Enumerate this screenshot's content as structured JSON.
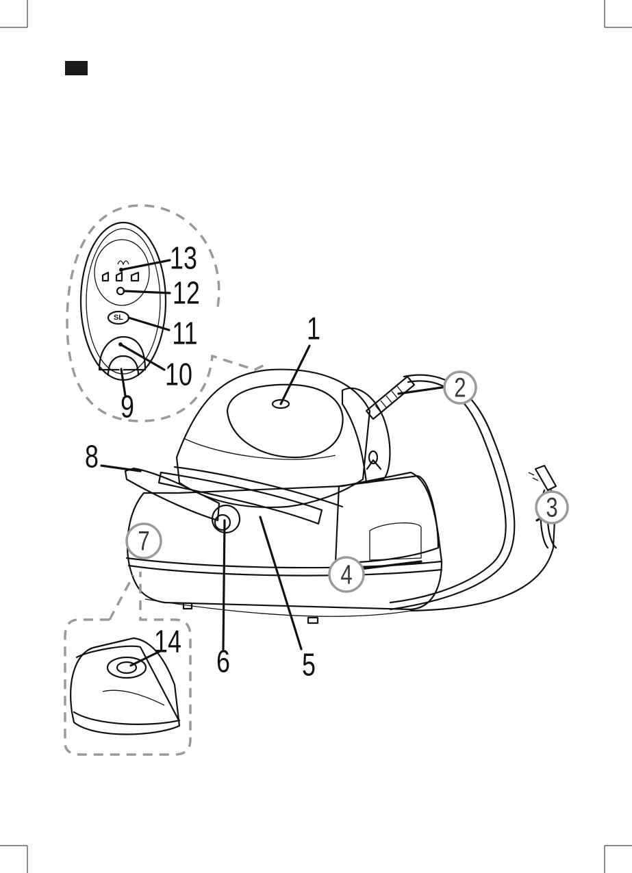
{
  "colors": {
    "ink": "#111111",
    "callout_gray": "#9a9a9a",
    "background": "#ffffff"
  },
  "header_marker": {
    "color": "#1a1a1a"
  },
  "panel_text": {
    "self_clean_button": "SL"
  },
  "callouts": [
    {
      "id": "1",
      "label": "1",
      "circled": false
    },
    {
      "id": "2",
      "label": "2",
      "circled": true
    },
    {
      "id": "3",
      "label": "3",
      "circled": true
    },
    {
      "id": "4",
      "label": "4",
      "circled": true
    },
    {
      "id": "5",
      "label": "5",
      "circled": false
    },
    {
      "id": "6",
      "label": "6",
      "circled": false
    },
    {
      "id": "7",
      "label": "7",
      "circled": true
    },
    {
      "id": "8",
      "label": "8",
      "circled": false
    },
    {
      "id": "9",
      "label": "9",
      "circled": false
    },
    {
      "id": "10",
      "label": "10",
      "circled": false
    },
    {
      "id": "11",
      "label": "11",
      "circled": false
    },
    {
      "id": "12",
      "label": "12",
      "circled": false
    },
    {
      "id": "13",
      "label": "13",
      "circled": false
    },
    {
      "id": "14",
      "label": "14",
      "circled": false
    }
  ]
}
